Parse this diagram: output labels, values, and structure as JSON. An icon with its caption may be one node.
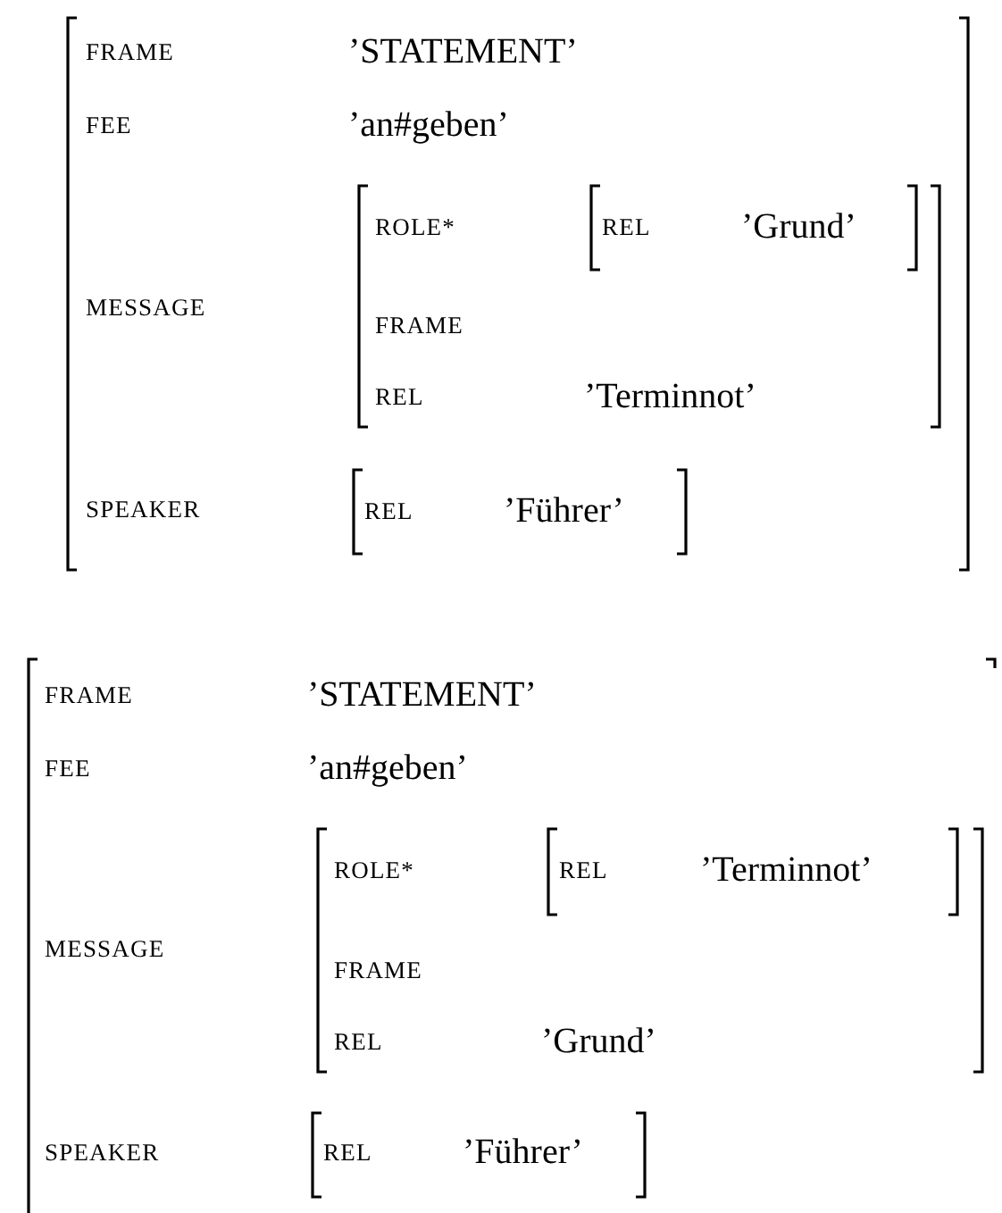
{
  "diagram": {
    "nodes": [
      {
        "text": [
          "FRAME",
          "’STATEMENT’",
          "FEE",
          "’an#geben’",
          "MESSAGE",
          "SPEAKER"
        ]
      },
      {
        "text": [
          "ROLE*",
          "FRAME",
          "REL",
          "’Terminnot’"
        ],
        "in": 0
      },
      {
        "text": [
          "REL",
          "’Grund’"
        ],
        "in": 1
      },
      {
        "text": [
          "REL",
          "’Führer’"
        ],
        "in": 0
      },
      {
        "text": [
          "FRAME",
          "’STATEMENT’",
          "FEE",
          "’an#geben’",
          "MESSAGE",
          "SPEAKER"
        ]
      },
      {
        "text": [
          "ROLE*",
          "FRAME",
          "REL",
          "’Grund’"
        ],
        "in": 4
      },
      {
        "text": [
          "REL",
          "’Terminnot’"
        ],
        "in": 5
      },
      {
        "text": [
          "REL",
          "’Führer’"
        ],
        "in": 4
      }
    ]
  }
}
